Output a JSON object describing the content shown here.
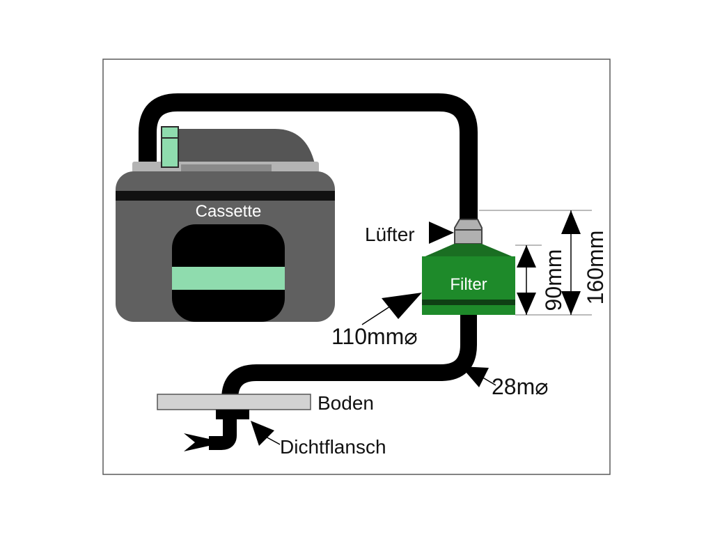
{
  "labels": {
    "cassette": "Cassette",
    "filter": "Filter",
    "luefter": "Lüfter",
    "pipe_diameter": "110mm⌀",
    "hose_diameter": "28m⌀",
    "floor": "Boden",
    "seal_flange": "Dichtflansch",
    "height_filter": "90mm",
    "height_total": "160mm"
  },
  "colors": {
    "frame": "#5a5a5a",
    "cassette_body": "#606060",
    "cassette_top": "#555555",
    "hose": "#000000",
    "filter_green": "#1e8a2a",
    "filter_dark": "#1a6e22",
    "accent_light_green": "#8fdcae",
    "floor_plate": "#d2d2d2",
    "fan": "#b0b0b0"
  }
}
